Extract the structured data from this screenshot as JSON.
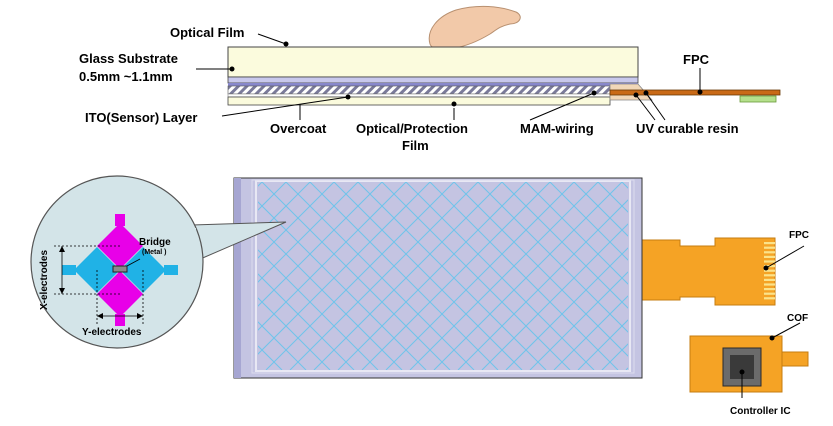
{
  "cross_section": {
    "labels": {
      "optical_film": "Optical Film",
      "glass_substrate": "Glass Substrate",
      "thickness": "0.5mm ~1.1mm",
      "ito_layer": "ITO(Sensor) Layer",
      "overcoat": "Overcoat",
      "optical_protection_1": "Optical/Protection",
      "optical_protection_2": "Film",
      "mam_wiring": "MAM-wiring",
      "uv_resin": "UV curable resin",
      "fpc": "FPC"
    }
  },
  "panel": {
    "labels": {
      "fpc": "FPC",
      "cof": "COF",
      "controller_ic": "Controller IC"
    }
  },
  "inset": {
    "labels": {
      "bridge": "Bridge",
      "bridge_sub": "(Metal )",
      "x_electrodes": "X-electrodes",
      "y_electrodes": "Y-electrodes"
    }
  },
  "colors": {
    "glass": "#e2e2f0",
    "panel_bg": "#c4c4e2",
    "grid": "#6fc4ea",
    "fpc": "#f5a325",
    "magenta": "#e800e8",
    "cyan": "#20b2e6",
    "inset_bg": "#d3e4e8",
    "resin": "#f1d7b8",
    "optical_film": "#fbfbdd"
  }
}
